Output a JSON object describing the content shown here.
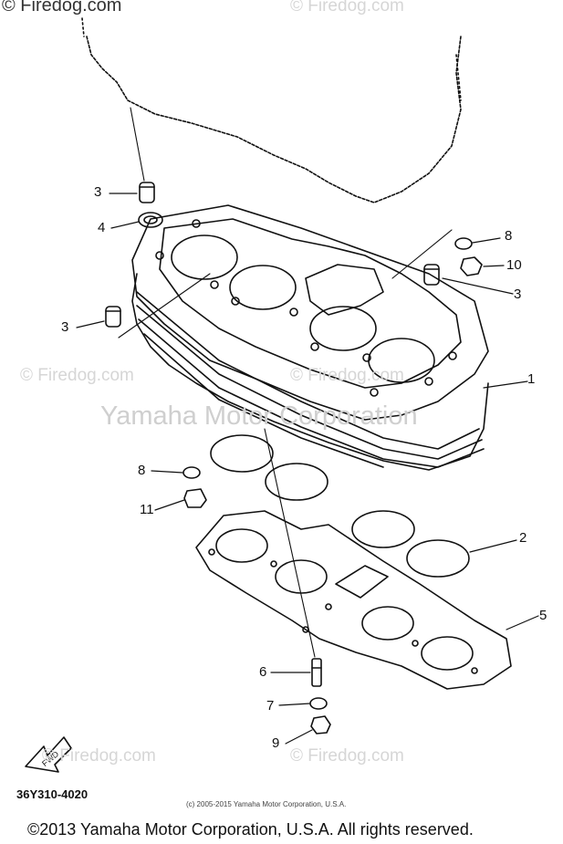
{
  "watermarks": {
    "top_left": "© Firedog.com",
    "top_right": "© Firedog.com",
    "mid_left": "© Firedog.com",
    "mid_right": "© Firedog.com",
    "bottom_left": "© Firedog.com",
    "bottom_right": "© Firedog.com",
    "brand": "Yamaha Motor Corporation"
  },
  "callouts": {
    "c1": "1",
    "c2": "2",
    "c3a": "3",
    "c3b": "3",
    "c3c": "3",
    "c4": "4",
    "c5": "5",
    "c6": "6",
    "c7": "7",
    "c8a": "8",
    "c8b": "8",
    "c9": "9",
    "c10": "10",
    "c11": "11"
  },
  "fwd_label": "FWD",
  "diagram_code": "36Y310-4020",
  "small_copyright": "(c) 2005-2015 Yamaha Motor Corporation, U.S.A.",
  "footer": "©2013 Yamaha Motor Corporation, U.S.A. All rights reserved.",
  "colors": {
    "ink": "#111111",
    "watermark": "#d6d6d6",
    "background": "#ffffff"
  }
}
